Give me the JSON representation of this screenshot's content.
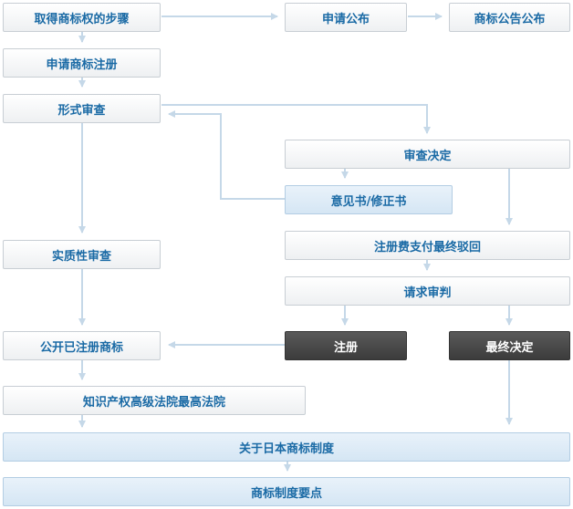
{
  "nodes": {
    "steps": "取得商标权的步骤",
    "apply_publish": "申请公布",
    "gazette": "商标公告公布",
    "apply": "申请商标注册",
    "formal": "形式审查",
    "decision": "审查决定",
    "opinion": "意见书/修正书",
    "refusal": "注册费支付最终驳回",
    "substantive": "实质性审查",
    "appeal": "请求审判",
    "publish_reg": "公开已注册商标",
    "register": "注册",
    "final": "最终决定",
    "court": "知识产权高级法院最高法院",
    "about": "关于日本商标制度",
    "essentials": "商标制度要点"
  },
  "colors": {
    "text": "#1a6aa5",
    "connector": "#c5d8e8",
    "dark_box": "#444444",
    "light_box": "#dde9f5"
  }
}
